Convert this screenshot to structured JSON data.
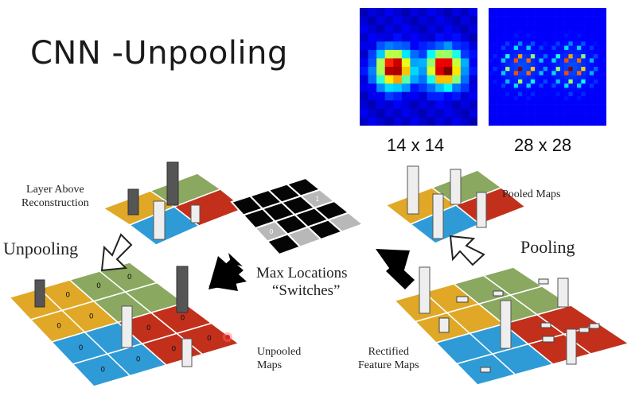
{
  "title": "CNN -Unpooling",
  "heatmaps": [
    {
      "caption": "14 x 14",
      "size": 14
    },
    {
      "caption": "28 x 28",
      "size": 28
    }
  ],
  "labels": {
    "layer_above": "Layer Above\nReconstruction",
    "pooled_maps": "Pooled Maps",
    "unpooling": "Unpooling",
    "pooling": "Pooling",
    "max_locations_line1": "Max Locations",
    "max_locations_line2": "“Switches”",
    "unpooled_maps": "Unpooled\nMaps",
    "rectified_maps": "Rectified\nFeature Maps"
  },
  "switch_grid": {
    "rows": 4,
    "cols": 4,
    "cells": [
      [
        "black",
        "black",
        "black",
        "black"
      ],
      [
        "black",
        "black",
        "black",
        "grey"
      ],
      [
        "grey",
        "black",
        "black",
        "black"
      ],
      [
        "black",
        "grey",
        "black",
        "grey"
      ]
    ],
    "marks": [
      {
        "row": 1,
        "col": 3,
        "text": "1"
      },
      {
        "row": 2,
        "col": 0,
        "text": "0"
      }
    ]
  },
  "zero_marks": [
    "0",
    "0",
    "0",
    "0",
    "0",
    "0",
    "0",
    "0",
    "0",
    "0",
    "0",
    "0"
  ],
  "colors": {
    "yellow": "#e0a826",
    "green": "#8aa860",
    "blue": "#2f9bd6",
    "red": "#c2301c",
    "bar_dark": "#555555",
    "bar_light": "#eeeeee",
    "arrow": "#000000"
  }
}
